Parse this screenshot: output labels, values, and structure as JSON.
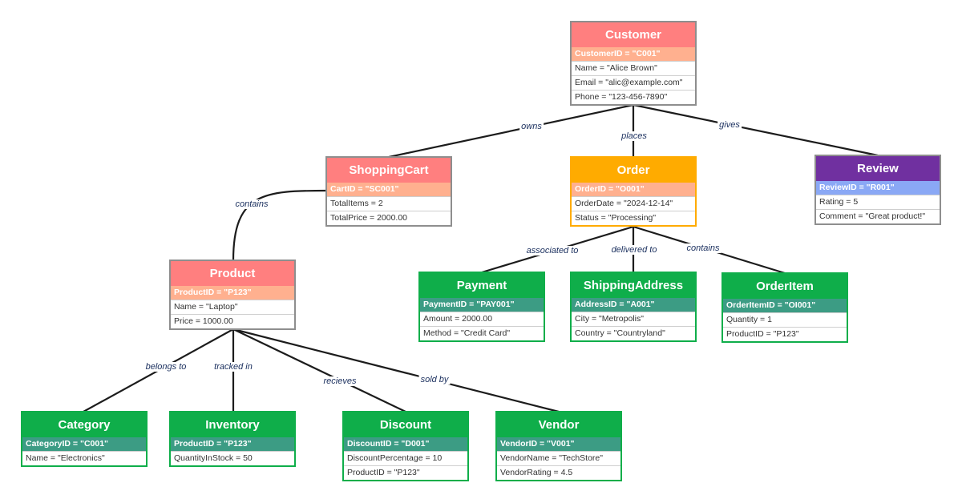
{
  "entities": {
    "customer": {
      "title": "Customer",
      "key": "CustomerID = \"C001\"",
      "attrs": [
        "Name = \"Alice Brown\"",
        "Email = \"alic@example.com\"",
        "Phone = \"123-456-7890\""
      ]
    },
    "shopping_cart": {
      "title": "ShoppingCart",
      "key": "CartID = \"SC001\"",
      "attrs": [
        "TotalItems = 2",
        "TotalPrice = 2000.00"
      ]
    },
    "order": {
      "title": "Order",
      "key": "OrderID = \"O001\"",
      "attrs": [
        "OrderDate = \"2024-12-14\"",
        "Status = \"Processing\""
      ]
    },
    "review": {
      "title": "Review",
      "key": "ReviewID = \"R001\"",
      "attrs": [
        "Rating = 5",
        "Comment = \"Great product!\""
      ]
    },
    "product": {
      "title": "Product",
      "key": "ProductID = \"P123\"",
      "attrs": [
        "Name = \"Laptop\"",
        "Price = 1000.00"
      ]
    },
    "payment": {
      "title": "Payment",
      "key": "PaymentID = \"PAY001\"",
      "attrs": [
        "Amount = 2000.00",
        "Method = \"Credit Card\""
      ]
    },
    "shipping_address": {
      "title": "ShippingAddress",
      "key": "AddressID = \"A001\"",
      "attrs": [
        "City = \"Metropolis\"",
        "Country = \"Countryland\""
      ]
    },
    "order_item": {
      "title": "OrderItem",
      "key": "OrderItemID = \"OI001\"",
      "attrs": [
        "Quantity = 1",
        "ProductID = \"P123\""
      ]
    },
    "category": {
      "title": "Category",
      "key": "CategoryID = \"C001\"",
      "attrs": [
        "Name = \"Electronics\""
      ]
    },
    "inventory": {
      "title": "Inventory",
      "key": "ProductID = \"P123\"",
      "attrs": [
        "QuantityInStock = 50"
      ]
    },
    "discount": {
      "title": "Discount",
      "key": "DiscountID = \"D001\"",
      "attrs": [
        "DiscountPercentage = 10",
        "ProductID = \"P123\""
      ]
    },
    "vendor": {
      "title": "Vendor",
      "key": "VendorID = \"V001\"",
      "attrs": [
        "VendorName = \"TechStore\"",
        "VendorRating = 4.5"
      ]
    }
  },
  "relations": {
    "owns": "owns",
    "places": "places",
    "gives": "gives",
    "contains_cart": "contains",
    "associated_to": "associated to",
    "delivered_to": "delivered to",
    "contains_order": "contains",
    "belongs_to": "belongs to",
    "tracked_in": "tracked in",
    "recieves": "recieves",
    "sold_by": "sold by"
  }
}
